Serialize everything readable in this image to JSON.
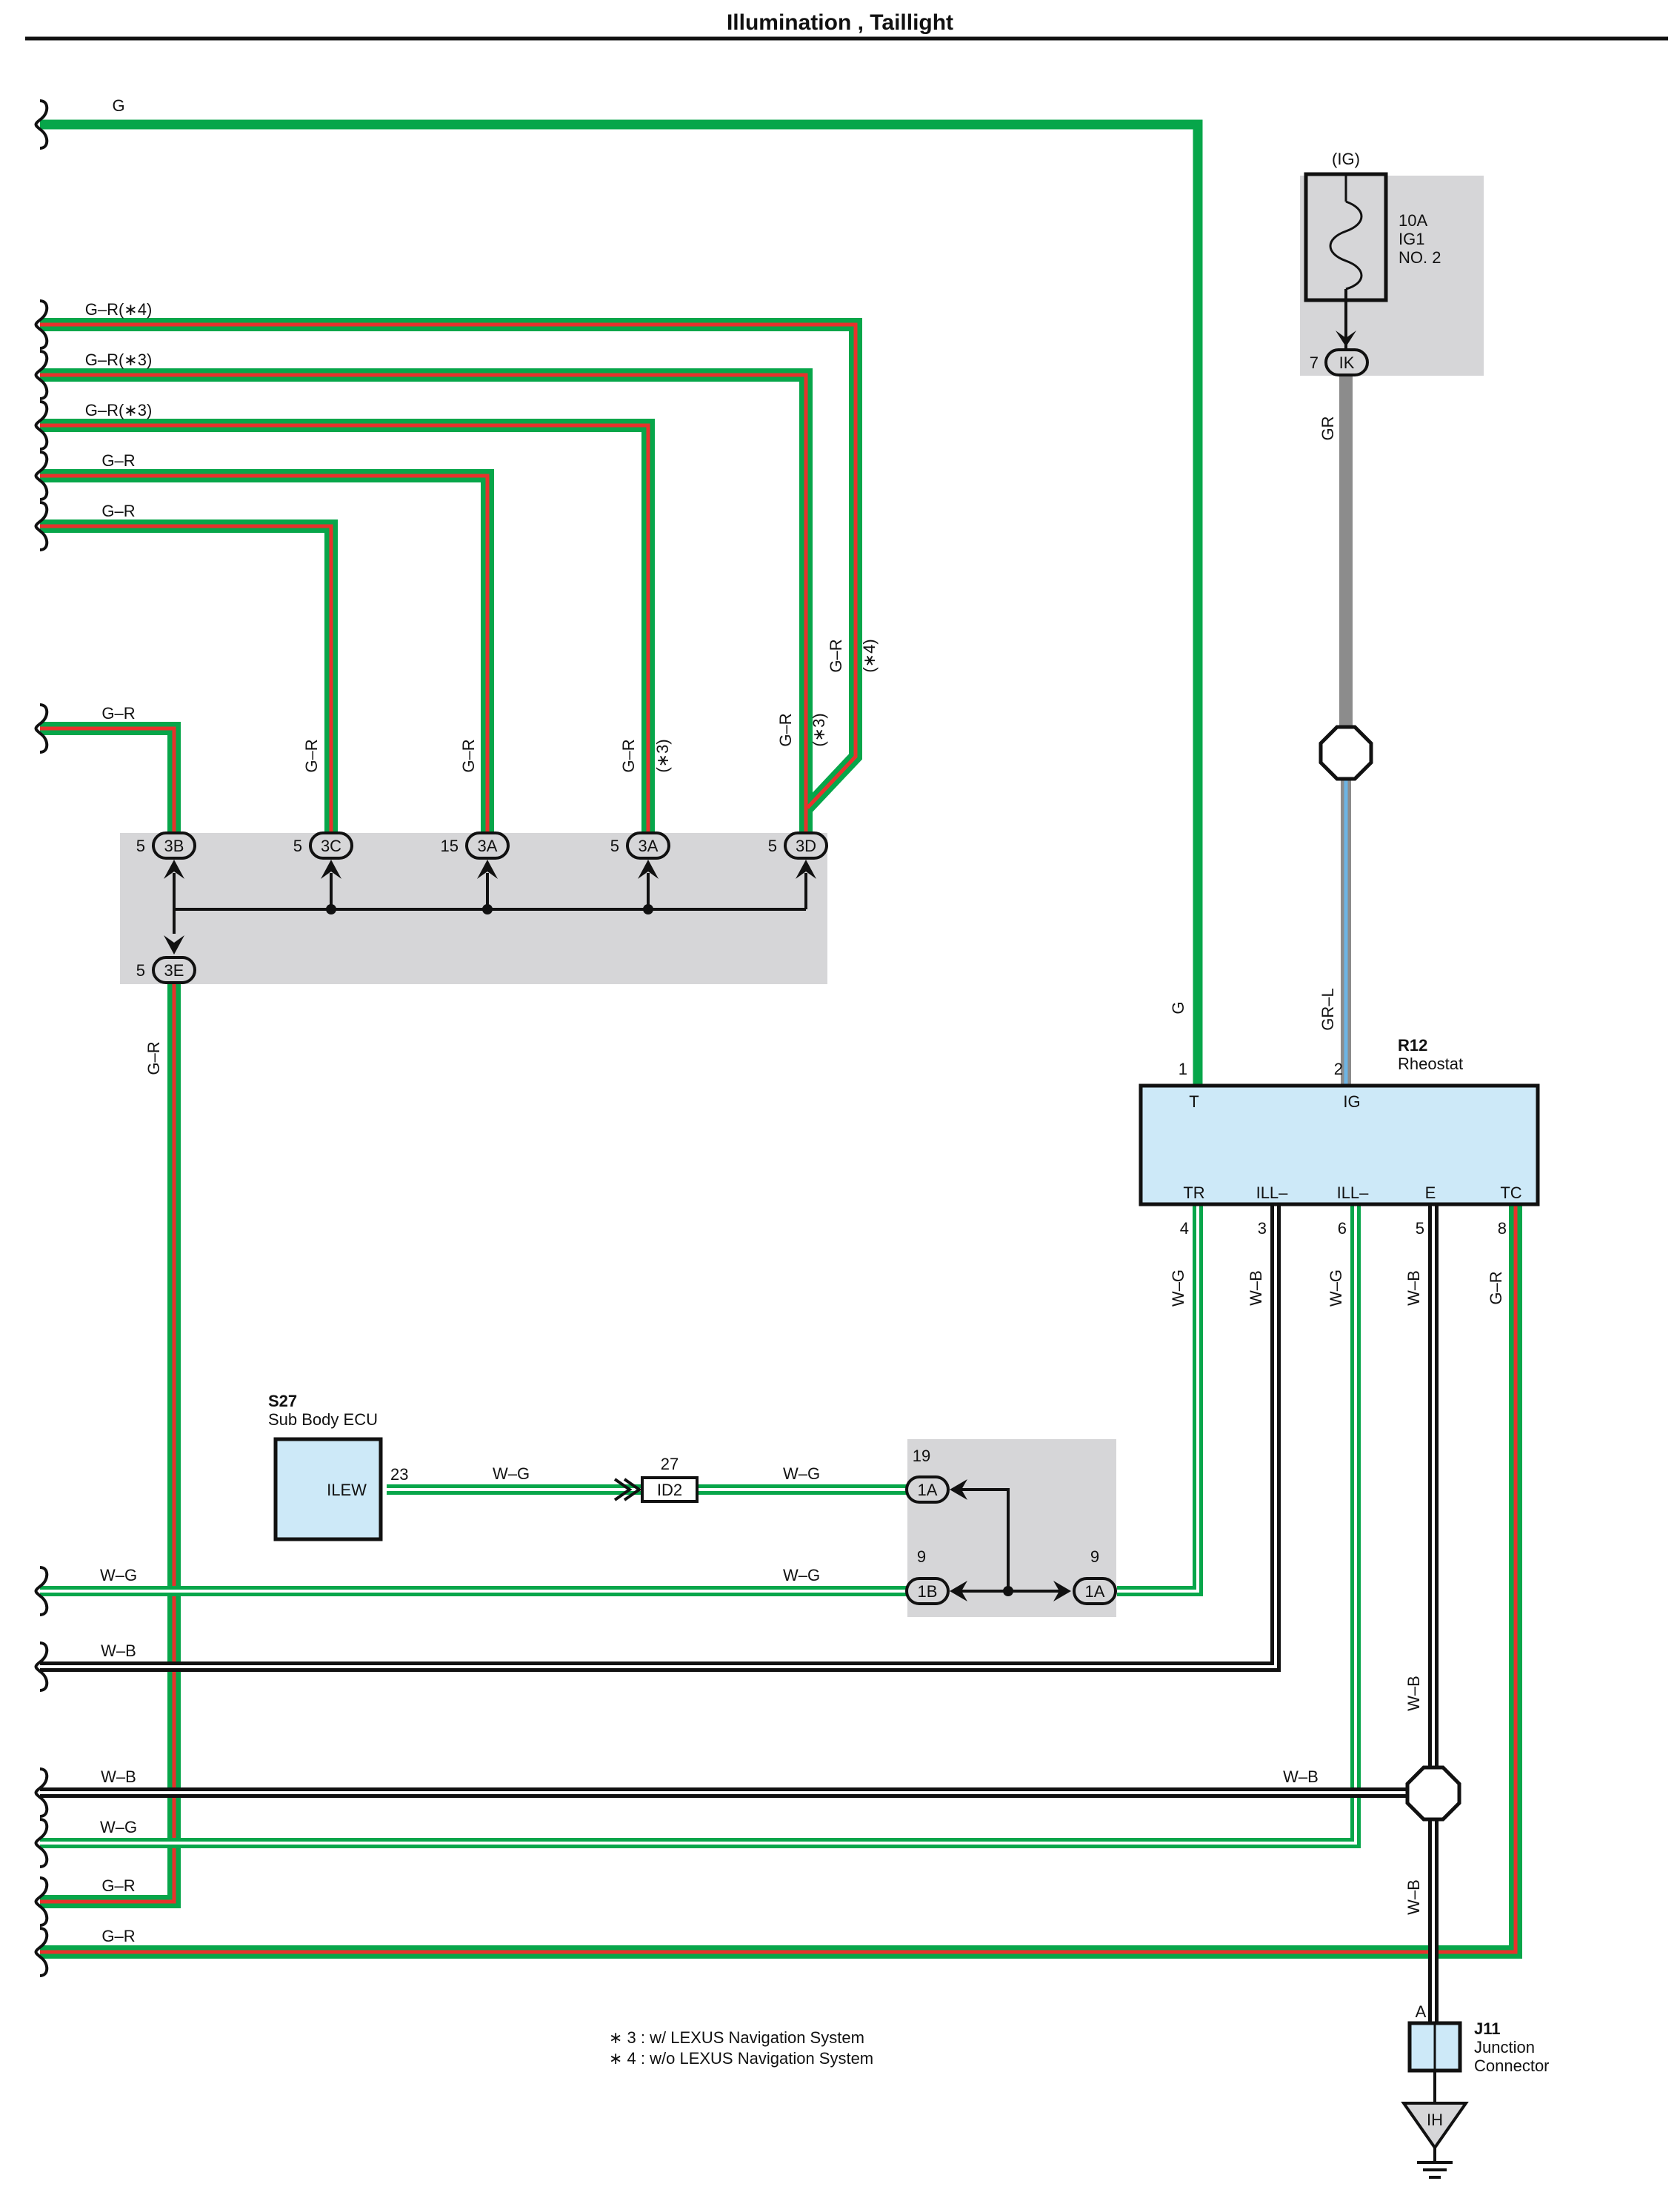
{
  "title": "Illumination , Taillight",
  "colors": {
    "green": "#07a64a",
    "red": "#e8322c",
    "gray_wire": "#8c8c8c",
    "blue_wire": "#6cb4e4",
    "component_fill": "#cde9f8",
    "shaded_area": "#d6d6d8"
  },
  "wires": {
    "g_top": "G",
    "gr4_top": "G–R(∗4)",
    "gr3_a": "G–R(∗3)",
    "gr3_b": "G–R(∗3)",
    "gr_a": "G–R",
    "gr_b": "G–R",
    "gr_c": "G–R",
    "v_gr_3c": "G–R",
    "v_gr_15": "G–R",
    "v_gr_3a": "G–R",
    "v_gr_3a_note": "(∗3)",
    "v_gr_3d": "G–R",
    "v_gr_3d_note": "(∗3)",
    "v_gr_out": "G–R",
    "v_gr_out_note": "(∗4)",
    "v_gr_3e": "G–R",
    "v_g_t": "G",
    "v_gr_ig": "GR",
    "v_grl": "GR–L",
    "v_wg_tr": "W–G",
    "v_wb_ill3": "W–B",
    "v_wg_ill6": "W–G",
    "v_wb_e": "W–B",
    "v_gr_tc": "G–R",
    "v_wb_j1": "W–B",
    "v_wb_j2": "W–B",
    "s27_wg": "W–G",
    "id2_wg": "W–G",
    "wg_1b_left": "W–G",
    "wg_1b_right": "W–G",
    "wb_row1": "W–B",
    "wb_row2": "W–B",
    "wb_row2_right": "W–B",
    "wg_row": "W–G",
    "gr_row1": "G–R",
    "gr_row2": "G–R"
  },
  "fuse": {
    "header": "(IG)",
    "rating": "10A",
    "name": "IG1",
    "number": "NO. 2",
    "pin": "7",
    "connector": "IK"
  },
  "junction_block": {
    "connectors": [
      {
        "pin": "5",
        "code": "3B"
      },
      {
        "pin": "5",
        "code": "3C"
      },
      {
        "pin": "15",
        "code": "3A"
      },
      {
        "pin": "5",
        "code": "3A"
      },
      {
        "pin": "5",
        "code": "3D"
      }
    ],
    "bottom": {
      "pin": "5",
      "code": "3E"
    }
  },
  "rheostat": {
    "id": "R12",
    "name": "Rheostat",
    "top_terminals": [
      {
        "pin": "1",
        "label": "T"
      },
      {
        "pin": "2",
        "label": "IG"
      }
    ],
    "bottom_terminals": [
      {
        "pin": "4",
        "label": "TR"
      },
      {
        "pin": "3",
        "label": "ILL–"
      },
      {
        "pin": "6",
        "label": "ILL–"
      },
      {
        "pin": "5",
        "label": "E"
      },
      {
        "pin": "8",
        "label": "TC"
      }
    ]
  },
  "ecu": {
    "id": "S27",
    "name": "Sub Body ECU",
    "terminal": "ILEW",
    "pin": "23"
  },
  "id2": {
    "pin": "27",
    "code": "ID2"
  },
  "connector_block": {
    "top": {
      "pin": "19",
      "code": "1A"
    },
    "left": {
      "pin": "9",
      "code": "1B"
    },
    "right": {
      "pin": "9",
      "code": "1A"
    }
  },
  "junction_connector": {
    "id": "J11",
    "line1": "Junction",
    "line2": "Connector",
    "pin": "A",
    "ground": "IH"
  },
  "notes": [
    "∗ 3 : w/ LEXUS Navigation System",
    "∗ 4 : w/o LEXUS Navigation System"
  ]
}
